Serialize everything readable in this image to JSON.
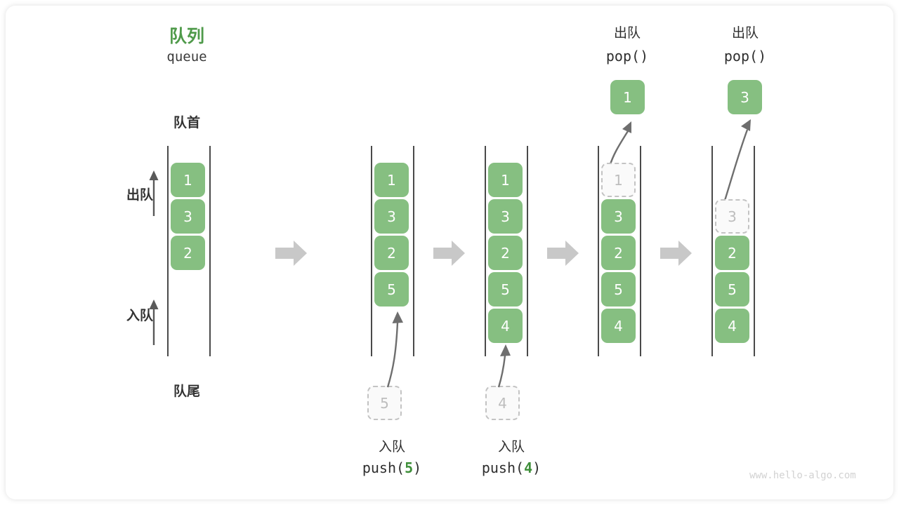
{
  "diagram": {
    "title_cn": "队列",
    "title_en": "queue",
    "front_label": "队首",
    "rear_label": "队尾",
    "dequeue_label": "出队",
    "enqueue_label": "入队",
    "watermark": "www.hello-algo.com",
    "accent_green": "#86bf81",
    "title_green": "#4f9a4a",
    "arrow_gray": "#c8c8c8",
    "ghost_gray": "#bdbdbd",
    "rail_color": "#4a4a4a"
  },
  "side_arrows": {
    "dequeue": {
      "label": "出队",
      "direction": "up"
    },
    "enqueue": {
      "label": "入队",
      "direction": "up"
    }
  },
  "stages": [
    {
      "id": "stage-initial",
      "cells": [
        {
          "value": "1",
          "state": "filled"
        },
        {
          "value": "3",
          "state": "filled"
        },
        {
          "value": "2",
          "state": "filled"
        }
      ],
      "op_cn": "",
      "op_code": "",
      "op_arg": "",
      "input_ghost": null,
      "output_cell": null
    },
    {
      "id": "stage-push-5",
      "cells": [
        {
          "value": "1",
          "state": "filled"
        },
        {
          "value": "3",
          "state": "filled"
        },
        {
          "value": "2",
          "state": "filled"
        },
        {
          "value": "5",
          "state": "filled"
        }
      ],
      "op_cn": "入队",
      "op_code_prefix": "push(",
      "op_arg": "5",
      "op_code_suffix": ")",
      "input_ghost": {
        "value": "5"
      },
      "output_cell": null
    },
    {
      "id": "stage-push-4",
      "cells": [
        {
          "value": "1",
          "state": "filled"
        },
        {
          "value": "3",
          "state": "filled"
        },
        {
          "value": "2",
          "state": "filled"
        },
        {
          "value": "5",
          "state": "filled"
        },
        {
          "value": "4",
          "state": "filled"
        }
      ],
      "op_cn": "入队",
      "op_code_prefix": "push(",
      "op_arg": "4",
      "op_code_suffix": ")",
      "input_ghost": {
        "value": "4"
      },
      "output_cell": null
    },
    {
      "id": "stage-pop-1",
      "cells": [
        {
          "value": "1",
          "state": "ghost"
        },
        {
          "value": "3",
          "state": "filled"
        },
        {
          "value": "2",
          "state": "filled"
        },
        {
          "value": "5",
          "state": "filled"
        },
        {
          "value": "4",
          "state": "filled"
        }
      ],
      "op_cn": "出队",
      "op_code_prefix": "pop(",
      "op_arg": "",
      "op_code_suffix": ")",
      "input_ghost": null,
      "output_cell": {
        "value": "1"
      }
    },
    {
      "id": "stage-pop-3",
      "cells": [
        {
          "value": "3",
          "state": "ghost"
        },
        {
          "value": "2",
          "state": "filled"
        },
        {
          "value": "5",
          "state": "filled"
        },
        {
          "value": "4",
          "state": "filled"
        }
      ],
      "op_cn": "出队",
      "op_code_prefix": "pop(",
      "op_arg": "",
      "op_code_suffix": ")",
      "input_ghost": null,
      "output_cell": {
        "value": "3"
      }
    }
  ],
  "separators": [
    {
      "id": "sep-1"
    },
    {
      "id": "sep-2"
    },
    {
      "id": "sep-3"
    },
    {
      "id": "sep-4"
    }
  ]
}
